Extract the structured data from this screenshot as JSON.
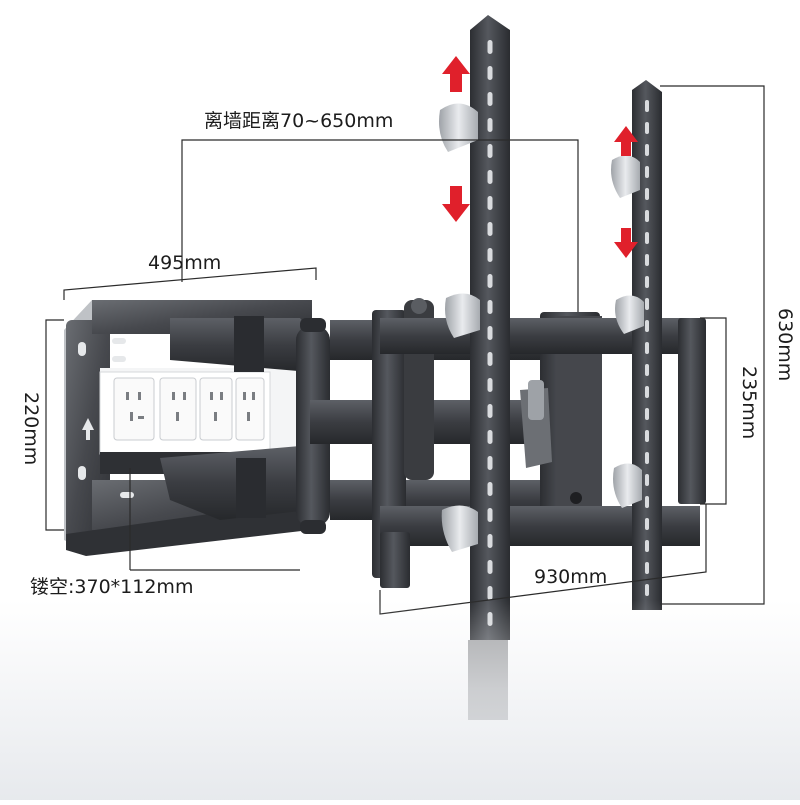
{
  "labels": {
    "distance_from_wall": "离墙距离70~650mm",
    "plate_width": "495mm",
    "plate_height": "220mm",
    "cutout_size": "镂空:370*112mm",
    "horizontal_span": "930mm",
    "inner_vertical": "235mm",
    "outer_vertical": "630mm"
  },
  "colors": {
    "metal_dark": "#3a3c40",
    "metal_light": "#cfd2d6",
    "arrow_red": "#e0202b",
    "dimension_line": "#2b2b2b"
  }
}
